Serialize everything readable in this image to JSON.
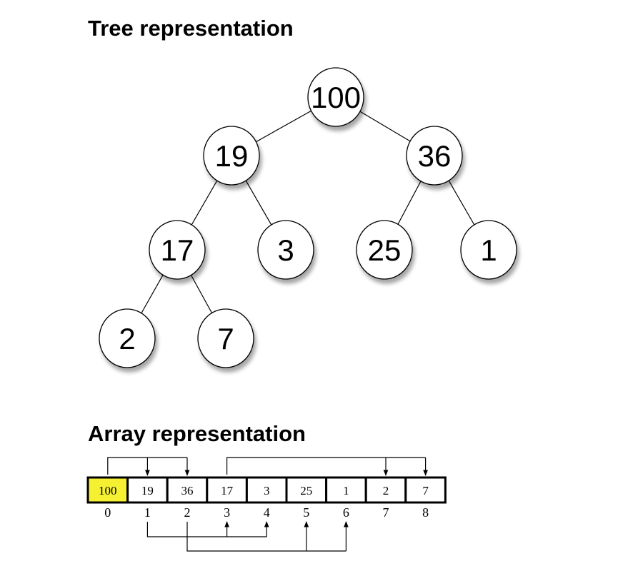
{
  "tree_section": {
    "title": "Tree representation",
    "nodes": [
      {
        "id": 0,
        "value": "100"
      },
      {
        "id": 1,
        "value": "19"
      },
      {
        "id": 2,
        "value": "36"
      },
      {
        "id": 3,
        "value": "17"
      },
      {
        "id": 4,
        "value": "3"
      },
      {
        "id": 5,
        "value": "25"
      },
      {
        "id": 6,
        "value": "1"
      },
      {
        "id": 7,
        "value": "2"
      },
      {
        "id": 8,
        "value": "7"
      }
    ],
    "edges": [
      [
        0,
        1
      ],
      [
        0,
        2
      ],
      [
        1,
        3
      ],
      [
        1,
        4
      ],
      [
        2,
        5
      ],
      [
        2,
        6
      ],
      [
        3,
        7
      ],
      [
        3,
        8
      ]
    ]
  },
  "array_section": {
    "title": "Array representation",
    "cells": [
      "100",
      "19",
      "36",
      "17",
      "3",
      "25",
      "1",
      "2",
      "7"
    ],
    "indices": [
      "0",
      "1",
      "2",
      "3",
      "4",
      "5",
      "6",
      "7",
      "8"
    ],
    "highlighted_index": 0,
    "highlight_color": "#f5f032",
    "top_links": [
      {
        "parent": 0,
        "children": [
          1,
          2
        ]
      },
      {
        "parent": 3,
        "children": [
          7,
          8
        ]
      }
    ],
    "bottom_links": [
      {
        "parent": 1,
        "children": [
          3,
          4
        ]
      },
      {
        "parent": 2,
        "children": [
          5,
          6
        ]
      }
    ]
  }
}
